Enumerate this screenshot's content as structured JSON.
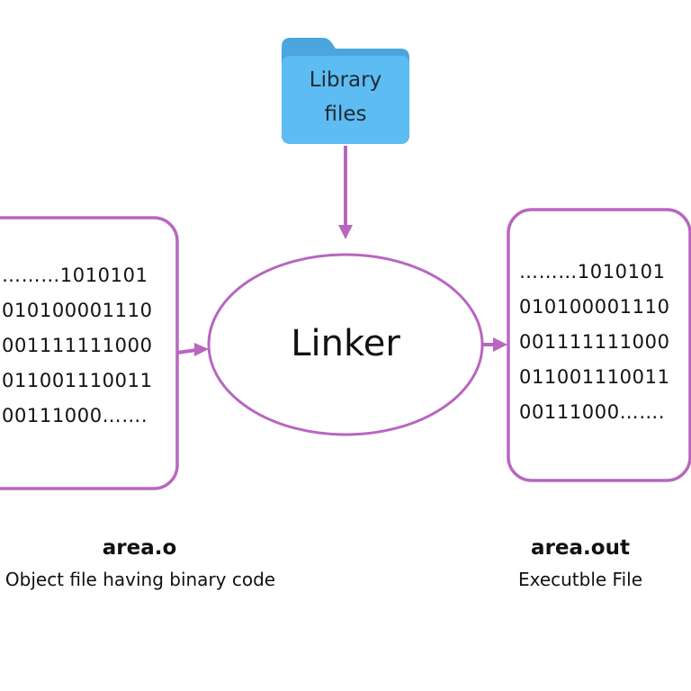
{
  "library": {
    "label_line1": "Library",
    "label_line2": "files"
  },
  "linker": {
    "label": "Linker"
  },
  "object_file": {
    "lines": [
      "………1010101",
      "010100001110",
      "001111111000",
      "011001110011",
      "00111000……."
    ],
    "name": "area.o",
    "description": "Object file having binary code"
  },
  "executable_file": {
    "lines": [
      "………1010101",
      "010100001110",
      "001111111000",
      "011001110011",
      "00111000……."
    ],
    "name": "area.out",
    "description": "Executble File"
  },
  "colors": {
    "outline": "#b866c0",
    "arrow": "#b866c0",
    "folder_front": "#5dbcf2",
    "folder_back": "#4aa6dd",
    "text": "#111111"
  }
}
